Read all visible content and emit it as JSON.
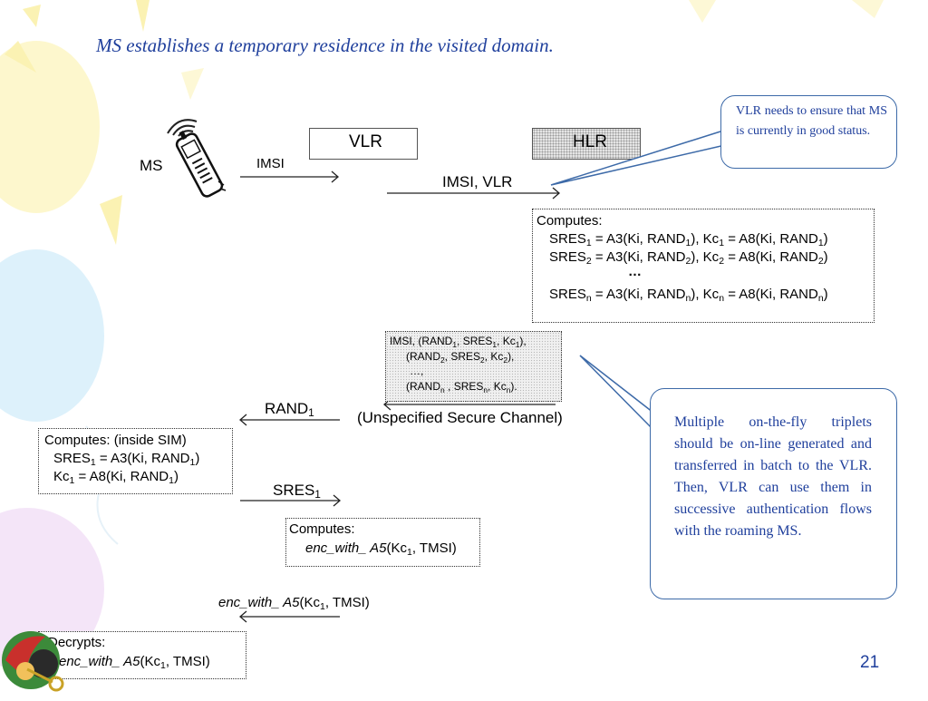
{
  "title": "MS establishes a temporary residence in the visited domain.",
  "page_number": "21",
  "entities": {
    "ms": "MS",
    "vlr": "VLR",
    "hlr": "HLR"
  },
  "messages": {
    "imsi": "IMSI",
    "imsi_vlr": "IMSI, VLR",
    "rand1": "RAND",
    "rand1_sub": "1",
    "channel": "(Unspecified Secure Channel)",
    "sres1": "SRES",
    "sres1_sub": "1",
    "enc_func": "enc_with_ A5",
    "enc_args_pre": "(Kc",
    "enc_args_sub": "1",
    "enc_args_post": ", TMSI)"
  },
  "hlr_compute": {
    "heading": "Computes:",
    "dots": "…",
    "sres": "SRES",
    "eq_a3": " = A3(Ki, RAND",
    "kc_sep": "), Kc",
    "eq_a8": " = A8(Ki, RAND",
    "close": ")",
    "subs": [
      "1",
      "2",
      "n"
    ]
  },
  "triplets": {
    "line1_pre": "IMSI, (RAND",
    "line2_pre": "(RAND",
    "line3": "…,",
    "linen_pre": "(RAND",
    "sres": "SRES",
    "kc": "Kc",
    "comma": ", ",
    "close_comma": "),",
    "close_dot": ").",
    "space_comma": " , "
  },
  "sim_compute": {
    "heading": "Computes: (inside SIM)",
    "sres": "SRES",
    "sres_eq": " = A3(Ki, RAND",
    "kc": "Kc",
    "kc_eq": " = A8(Ki, RAND",
    "sub": "1",
    "close": ")"
  },
  "vlr_compute": {
    "heading": "Computes:"
  },
  "ms_decrypt": {
    "heading": "Decrypts:"
  },
  "callouts": {
    "top": "VLR needs to ensure that MS is currently in good status.",
    "bottom": "Multiple on-the-fly triplets should be on-line generated and transferred in batch to the VLR. Then, VLR can use them in successive authentication flows with the roaming MS."
  }
}
